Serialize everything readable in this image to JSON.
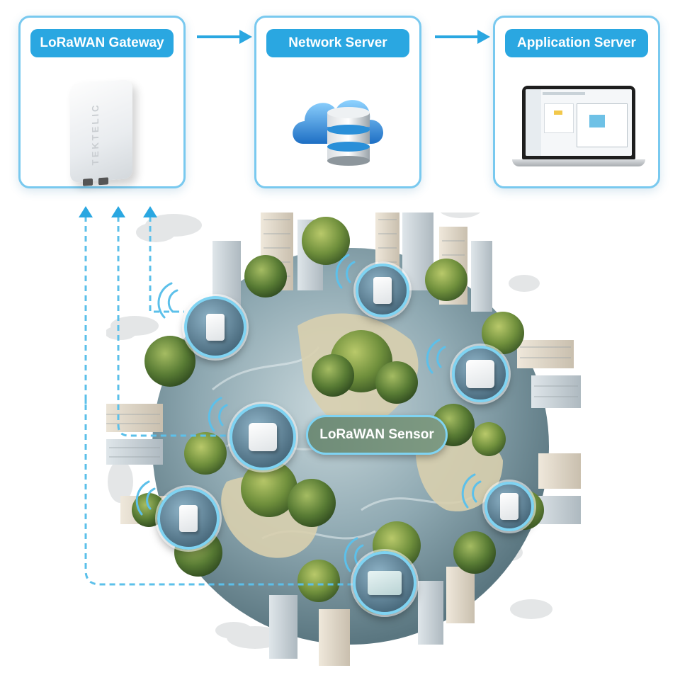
{
  "boxes": {
    "gateway": {
      "title": "LoRaWAN Gateway",
      "device_brand": "TEKTELIC"
    },
    "network": {
      "title": "Network Server"
    },
    "application": {
      "title": "Application Server"
    }
  },
  "sensor_label": "LoRaWAN Sensor",
  "colors": {
    "accent": "#2aa7e1",
    "border": "#79c9ef",
    "link": "#5cc0ea"
  },
  "icons": [
    "gateway-device-icon",
    "cloud-database-icon",
    "laptop-icon",
    "sensor-device-icon",
    "wifi-signal-icon"
  ]
}
